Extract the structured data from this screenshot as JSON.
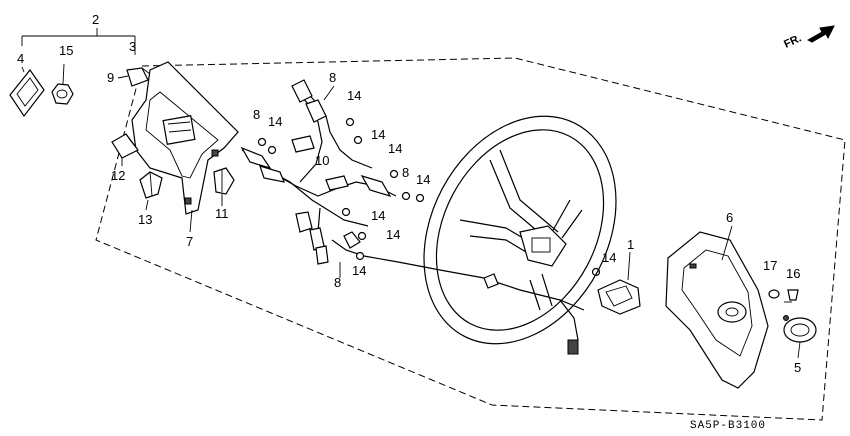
{
  "diagram": {
    "callouts": {
      "c2": "2",
      "c3": "3",
      "c4": "4",
      "c15": "15",
      "c9": "9",
      "c12": "12",
      "c13": "13",
      "c7": "7",
      "c11": "11",
      "c8a": "8",
      "c14a": "14",
      "c8b": "8",
      "c14b": "14",
      "c14c": "14",
      "c10": "10",
      "c14d": "14",
      "c8c": "8",
      "c14e": "14",
      "c14f": "14",
      "c14g": "14",
      "c8d": "8",
      "c14h": "14",
      "c1": "1",
      "c14i": "14",
      "c6": "6",
      "c17": "17",
      "c16": "16",
      "c5": "5"
    },
    "direction_label": "FR.",
    "diagram_code": "SA5P-B3100"
  }
}
